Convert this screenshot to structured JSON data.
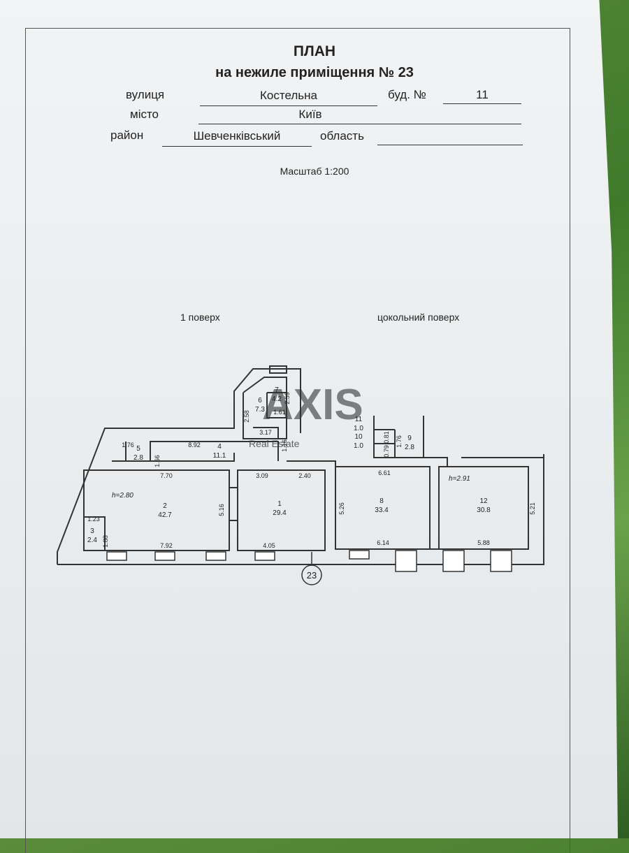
{
  "document": {
    "title": "ПЛАН",
    "subtitle": "на нежиле приміщення №  23",
    "fields": {
      "street_label": "вулиця",
      "street_value": "Костельна",
      "building_label": "буд. №",
      "building_value": "11",
      "city_label": "місто",
      "city_value": "Київ",
      "district_label": "район",
      "district_value": "Шевченківський",
      "region_label": "область",
      "region_value": ""
    },
    "scale": "Масштаб 1:200",
    "floors": {
      "first": "1 поверх",
      "basement": "цокольний поверх"
    },
    "watermark": "AXIS Real Estate",
    "unit_number": "23"
  },
  "plan": {
    "heights": {
      "left": "h=2.80",
      "right": "h=2.91"
    },
    "rooms": [
      {
        "id": "1",
        "area": "29.4"
      },
      {
        "id": "2",
        "area": "42.7"
      },
      {
        "id": "3",
        "area": "2.4"
      },
      {
        "id": "4",
        "area": "11.1"
      },
      {
        "id": "5",
        "area": "2.8"
      },
      {
        "id": "6",
        "area": "7.3"
      },
      {
        "id": "7",
        "area": "4.2"
      },
      {
        "id": "8",
        "area": "33.4"
      },
      {
        "id": "9",
        "area": "2.8"
      },
      {
        "id": "10",
        "area": "1.0"
      },
      {
        "id": "11",
        "area": "1.0"
      },
      {
        "id": "12",
        "area": "30.8"
      }
    ],
    "dimensions": [
      "7.70",
      "3.09",
      "2.40",
      "6.61",
      "5.16",
      "5.26",
      "5.21",
      "7.92",
      "4.05",
      "6.14",
      "5.88",
      "1.23",
      "1.88",
      "1.76",
      "1.66",
      "8.92",
      "1.16",
      "3.17",
      "2.58",
      "2.59",
      "1.61",
      "0.81",
      "0.79",
      "1.76"
    ]
  }
}
